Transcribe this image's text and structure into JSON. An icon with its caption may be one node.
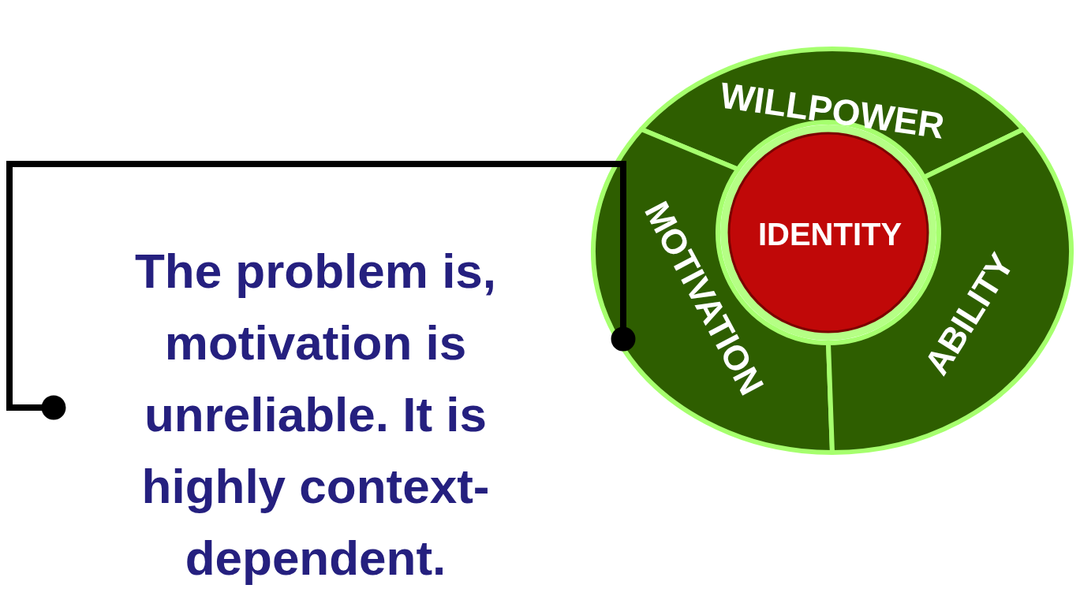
{
  "diagram": {
    "nodes": [
      {
        "text": [
          "WILLPOWER"
        ]
      },
      {
        "text": [
          "MOTIVATION"
        ]
      },
      {
        "text": [
          "ABILITY"
        ]
      },
      {
        "text": [
          "IDENTITY"
        ]
      },
      {
        "text": [
          "The problem is, motivation is unreliable. It is highly context-dependent."
        ]
      }
    ],
    "edges": [
      {
        "from": 4,
        "to": 1,
        "arrow": "other"
      }
    ]
  }
}
